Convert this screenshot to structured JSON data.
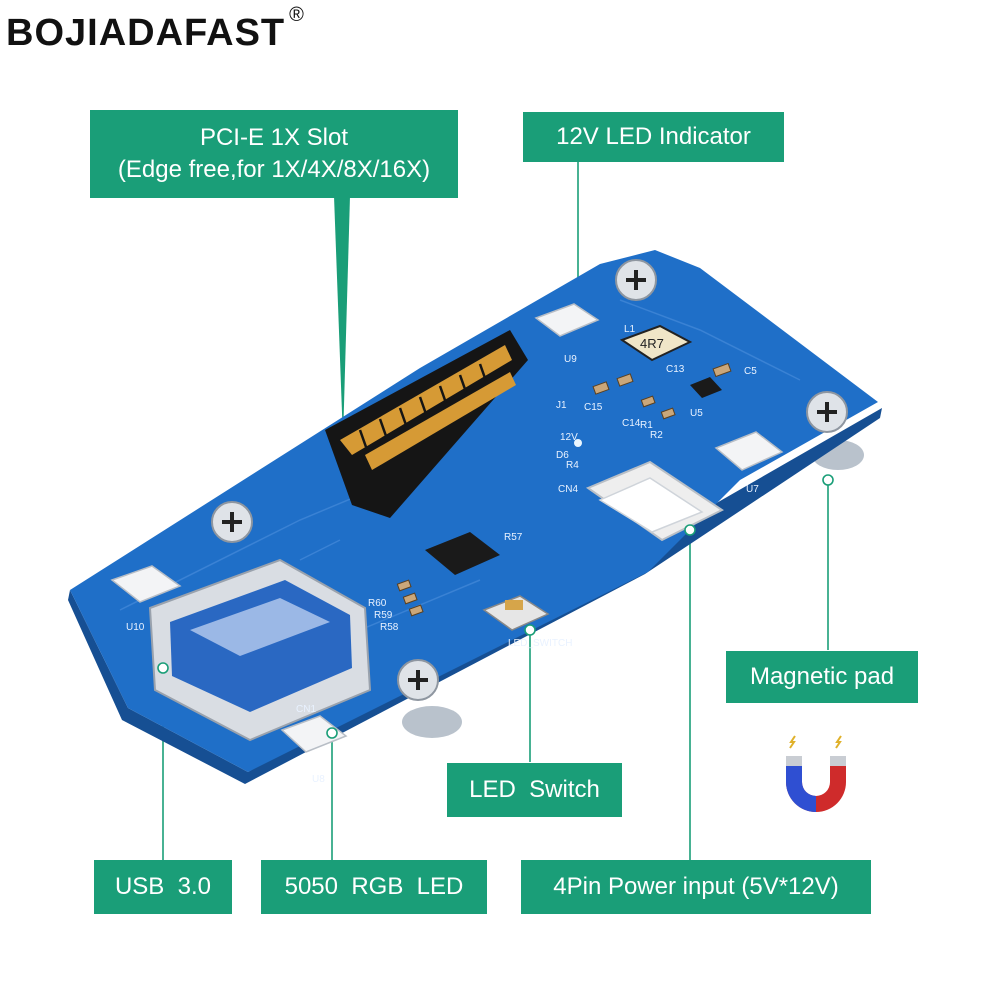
{
  "brand": {
    "name": "BOJIADAFAST",
    "mark": "®"
  },
  "labels": {
    "pcie_line1": "PCI-E 1X Slot",
    "pcie_line2": "(Edge free,for 1X/4X/8X/16X)",
    "led_indicator": "12V LED Indicator",
    "magnetic_pad": "Magnetic pad",
    "led_switch": "LED  Switch",
    "usb": "USB  3.0",
    "rgb_led": "5050  RGB  LED",
    "power_input": "4Pin Power input (5V*12V)"
  },
  "board_text": {
    "l1": "L1",
    "inductor": "4R7",
    "c13": "C13",
    "c5": "C5",
    "u5": "U5",
    "j1": "J1",
    "c15": "C15",
    "c14": "C14",
    "r1": "R1",
    "r2": "R2",
    "v12": "12V",
    "d6": "D6",
    "r4": "R4",
    "cn4": "CN4",
    "u9": "U9",
    "u7": "U7",
    "u10": "U10",
    "u8": "U8",
    "cn1": "CN1",
    "r57": "R57",
    "r60": "R60",
    "r59": "R59",
    "r58": "R58",
    "led_switch": "LED_SWITCH"
  },
  "colors": {
    "accent": "#1a9e78",
    "board": "#1f6fc8"
  }
}
